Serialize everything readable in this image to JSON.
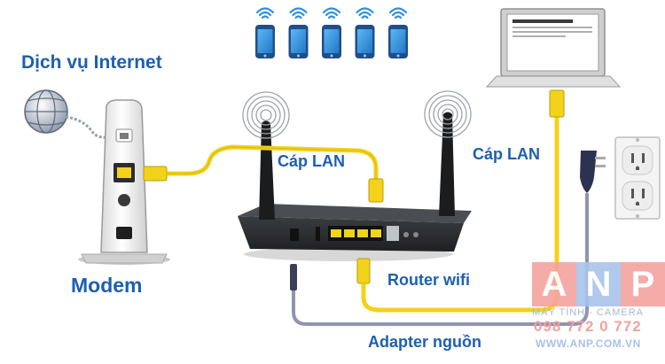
{
  "labels": {
    "internet_service": "Dịch vụ Internet",
    "modem": "Modem",
    "lan_cable_left": "Cáp LAN",
    "lan_cable_right": "Cáp LAN",
    "router": "Router wifi",
    "adapter": "Adapter nguồn"
  },
  "watermark": {
    "letters": [
      "A",
      "N",
      "P"
    ],
    "subtitle": "MÁY TÍNH - CAMERA",
    "phone": "098 772 0 772",
    "website": "WWW.ANP.COM.VN"
  },
  "device_count": {
    "phones": 5
  },
  "colors": {
    "label_blue": "#1d5fb0",
    "lan_cable": "#f3d21a",
    "power_cable": "#8f94b3",
    "wifi_icon": "#2b8fe0",
    "router_body": "#2e3133",
    "modem_body": "#f2f2f2"
  },
  "icons": [
    "globe-icon",
    "wifi-icon",
    "smartphone-icon",
    "laptop-icon",
    "power-outlet-icon"
  ]
}
